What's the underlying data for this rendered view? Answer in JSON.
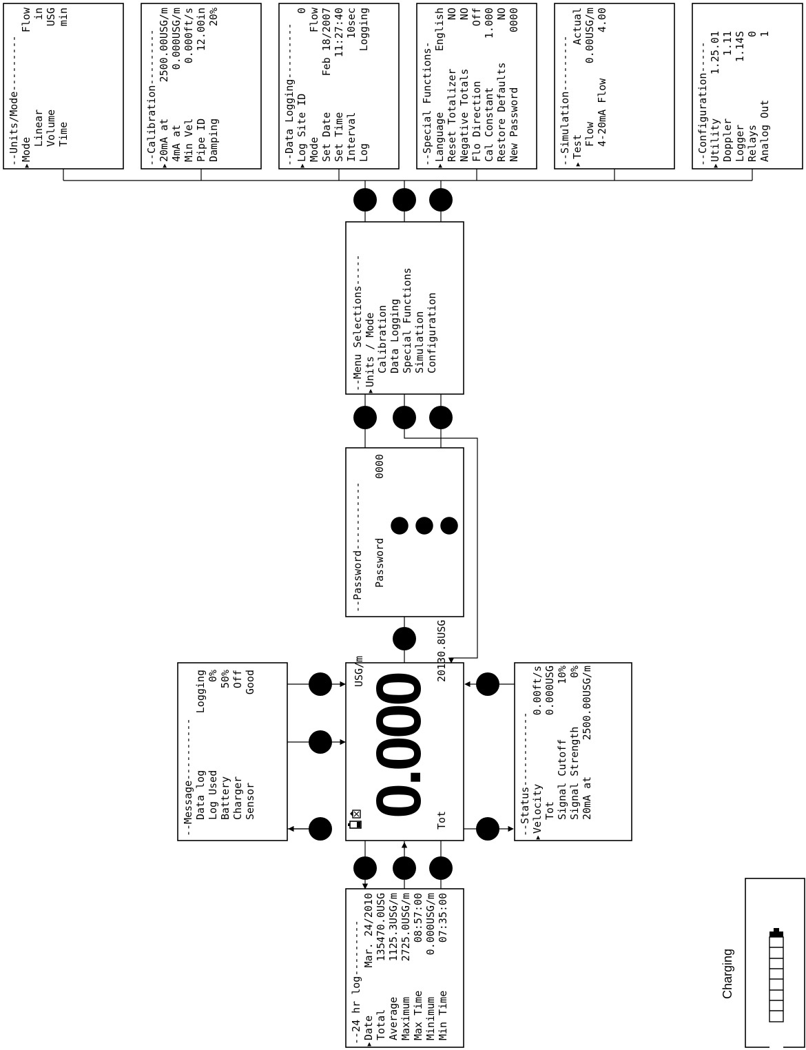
{
  "main_display": {
    "units": "USG/m",
    "value": "0.000",
    "total_label": "Tot",
    "total_value": "20130.8USG"
  },
  "units_mode": {
    "title": "--Units/Mode---------",
    "rows": [
      {
        "label": "Mode",
        "value": "Flow",
        "selected": true
      },
      {
        "label": "Linear",
        "value": "in"
      },
      {
        "label": "Volume",
        "value": "USG"
      },
      {
        "label": "Time",
        "value": "min"
      }
    ]
  },
  "calibration": {
    "title": "--Calibration---------",
    "rows": [
      {
        "label": "20mA at",
        "value": "2500.00USG/m",
        "selected": true
      },
      {
        "label": "4mA at",
        "value": "0.000USG/m"
      },
      {
        "label": "Min Vel",
        "value": "0.000ft/s"
      },
      {
        "label": "Pipe ID",
        "value": "12.00in"
      },
      {
        "label": "Damping",
        "value": "20%"
      }
    ]
  },
  "data_logging": {
    "title": "--Data Logging---------",
    "rows": [
      {
        "label": "Log Site ID",
        "value": "0",
        "selected": true
      },
      {
        "label": "Mode",
        "value": "Flow"
      },
      {
        "label": "Set Date",
        "value": "Feb 18/2007"
      },
      {
        "label": "Set Time",
        "value": "11:27:40"
      },
      {
        "label": "Interval",
        "value": "10sec"
      },
      {
        "label": "Log",
        "value": "Logging"
      }
    ]
  },
  "special_functions": {
    "title": "--Special Functions-",
    "rows": [
      {
        "label": "Language",
        "value": "English",
        "selected": true
      },
      {
        "label": "Reset Totalizer",
        "value": "NO"
      },
      {
        "label": "Negative Totals",
        "value": "NO"
      },
      {
        "label": "Flo Direction",
        "value": "Off"
      },
      {
        "label": "Cal Constant",
        "value": "1.000"
      },
      {
        "label": "Restore Defaults",
        "value": "NO"
      },
      {
        "label": "New Password",
        "value": "0000"
      }
    ]
  },
  "simulation": {
    "title": "--Simulation---------",
    "rows": [
      {
        "label": "Test",
        "value": "Actual",
        "selected": true
      },
      {
        "label": "Flow",
        "value": "0.00USG/m"
      },
      {
        "label": "4-20mA Flow",
        "value": "4.00"
      }
    ]
  },
  "configuration": {
    "title": "--Configuration-----",
    "rows": [
      {
        "label": "Utility",
        "value": "1.25.01",
        "selected": true
      },
      {
        "label": "Doppler",
        "value": "1.11"
      },
      {
        "label": "Logger",
        "value": "1.14S"
      },
      {
        "label": "Relays",
        "value": "0"
      },
      {
        "label": "Analog Out",
        "value": "1"
      }
    ]
  },
  "menu_selections": {
    "title": "--Menu Selections-----",
    "items": [
      "Units / Mode",
      "Calibration",
      "Data Logging",
      "Special Functions",
      "Simulation",
      "Configuration"
    ]
  },
  "password": {
    "title": "--Password-----------",
    "label": "Password",
    "value": "0000"
  },
  "message": {
    "title": "--Message----------",
    "rows": [
      {
        "label": "Data log",
        "value": "Logging"
      },
      {
        "label": "Log Used",
        "value": "0%"
      },
      {
        "label": "Battery",
        "value": "50%"
      },
      {
        "label": "Charger",
        "value": "Off"
      },
      {
        "label": "Sensor",
        "value": "Good"
      }
    ]
  },
  "status": {
    "title": "--Status------------",
    "rows": [
      {
        "label": "Velocity",
        "value": "0.00ft/s",
        "selected": true
      },
      {
        "label": "Tot",
        "value": "0.000USG"
      },
      {
        "label": "Signal Cutoff",
        "value": "10%"
      },
      {
        "label": "Signal Strength",
        "value": "0%"
      },
      {
        "label": "20mA at",
        "value": "2500.00USG/m"
      }
    ]
  },
  "log24": {
    "title": "--24 hr log---------",
    "rows": [
      {
        "label": "Date",
        "value": "Mar. 24/2010",
        "selected": true
      },
      {
        "label": "Total",
        "value": "135470.0USG"
      },
      {
        "label": "Average",
        "value": "1125.3USG/m"
      },
      {
        "label": "Maximum",
        "value": "2725.0USG/m"
      },
      {
        "label": "Max Time",
        "value": "08:57:00"
      },
      {
        "label": "Minimum",
        "value": "0.000USG/m"
      },
      {
        "label": "Min Time",
        "value": "07:35:00"
      }
    ]
  },
  "charging": {
    "label": "Charging"
  },
  "colors": {
    "ink": "#000000",
    "paper": "#ffffff"
  },
  "icons": [
    "up-arrow-button",
    "down-arrow-button",
    "enter-button",
    "battery-icon",
    "sensor-status-icon"
  ]
}
